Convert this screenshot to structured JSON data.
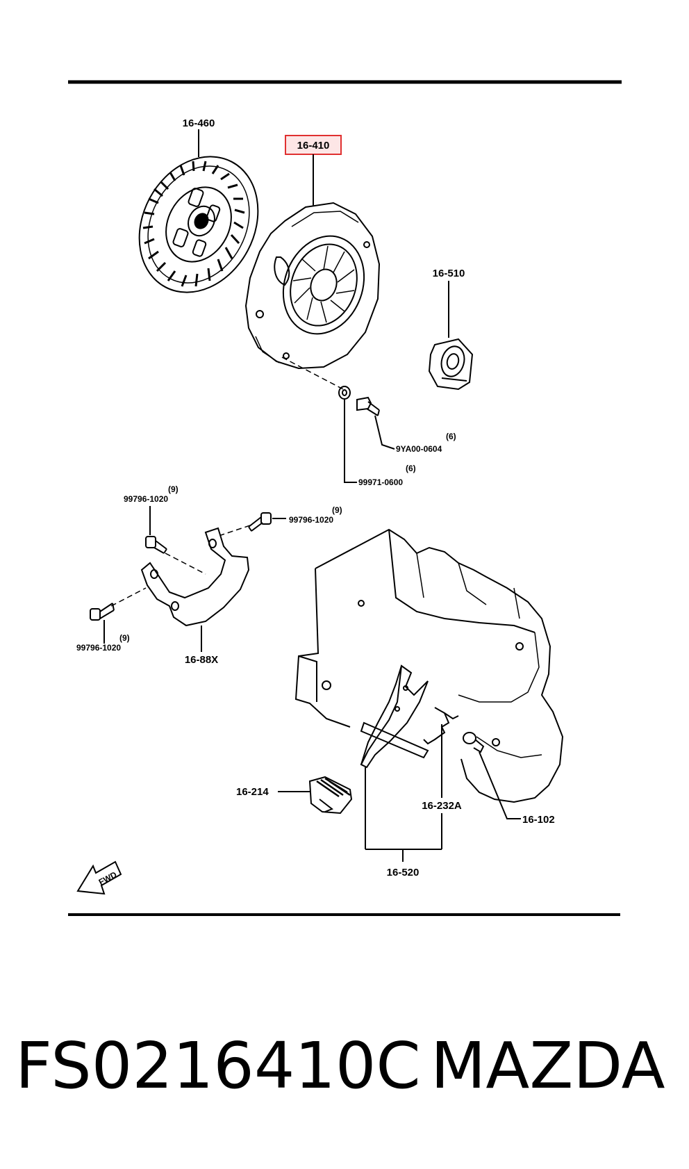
{
  "diagram": {
    "labels": {
      "clutch_disc": "16-460",
      "clutch_cover": "16-410",
      "release_bearing": "16-510",
      "bolt_a_qty": "(6)",
      "bolt_a": "9YA00-0604",
      "washer_qty": "(6)",
      "washer": "99971-0600",
      "bolt_b_qty": "(9)",
      "bolt_b": "99796-1020",
      "bolt_c_qty": "(9)",
      "bolt_c": "99796-1020",
      "bolt_d_qty": "(9)",
      "bolt_d": "99796-1020",
      "cover_plate": "16-88X",
      "boot": "16-214",
      "spring": "16-232A",
      "pivot_bolt": "16-102",
      "release_fork": "16-520",
      "fwd": "FWD"
    },
    "highlight_color": "#e03030",
    "highlight_fill": "#fde6e6"
  },
  "footer": {
    "part_number": "FS0216410C",
    "brand": "MAZDA"
  }
}
